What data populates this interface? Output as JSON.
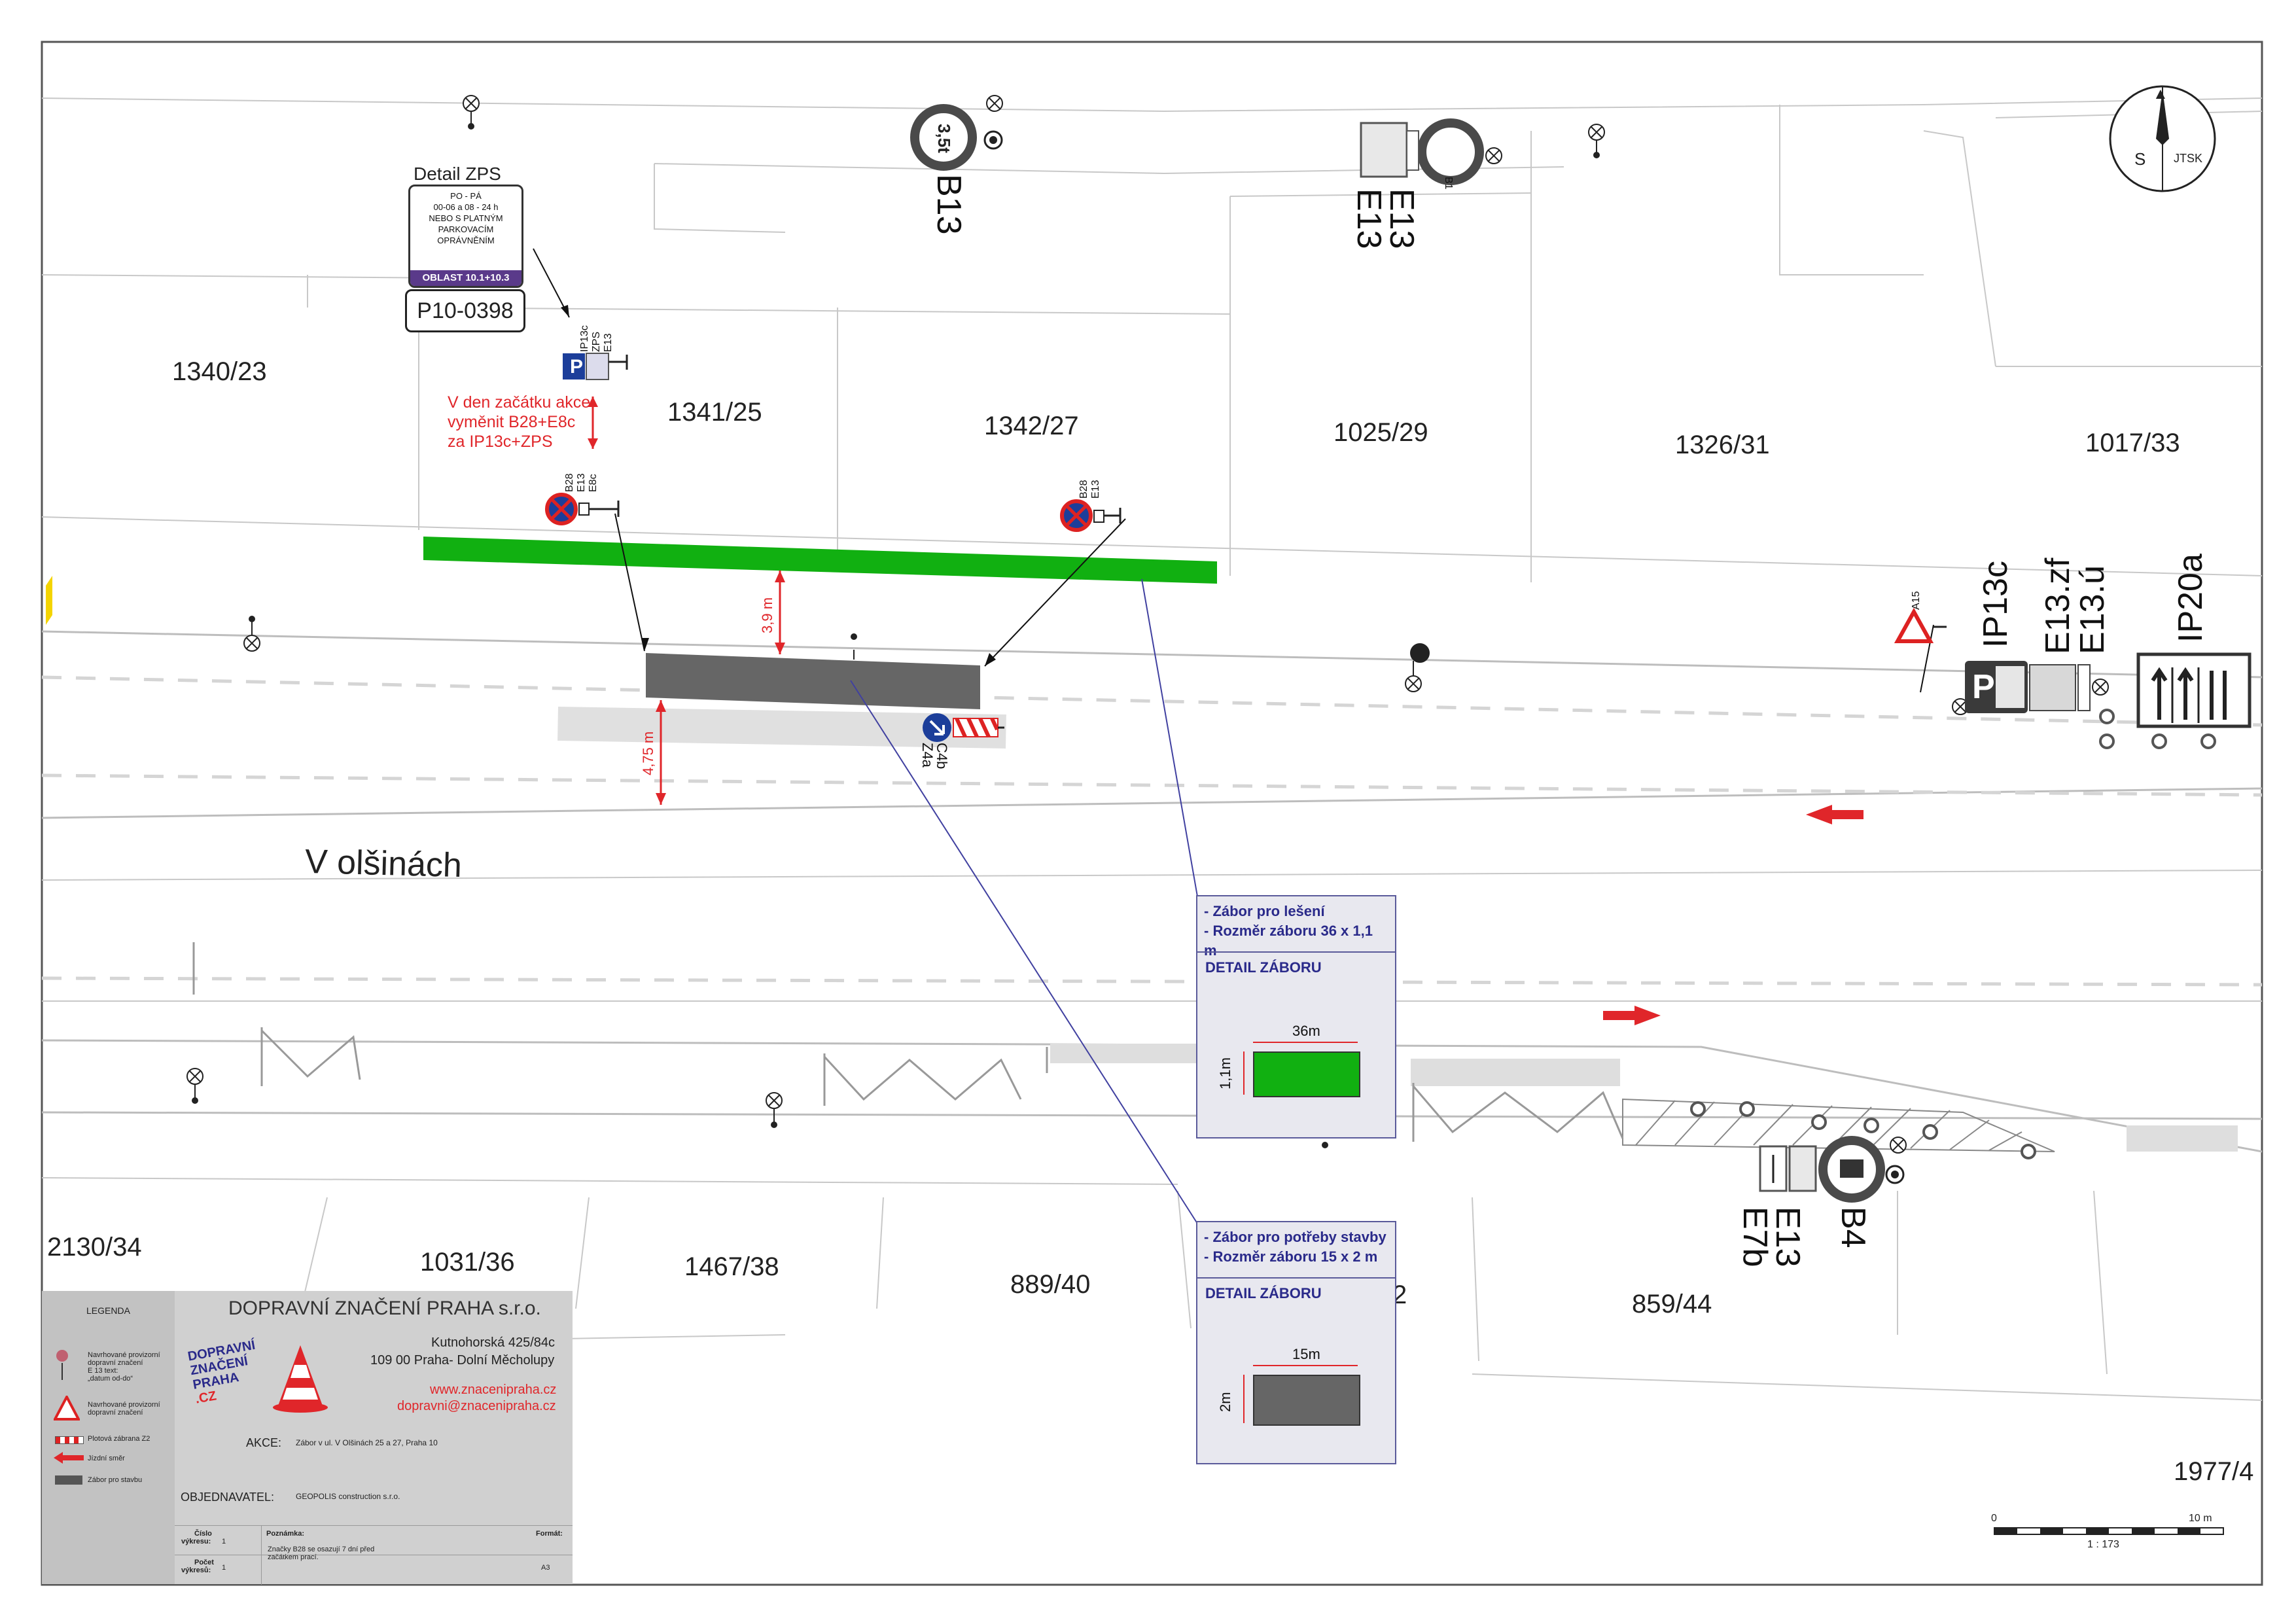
{
  "street_name": "V olšinách",
  "compass": {
    "label_left": "S",
    "label_right": "JTSK"
  },
  "parcels": [
    {
      "id": "p1",
      "label": "1340/23"
    },
    {
      "id": "p2",
      "label": "1341/25"
    },
    {
      "id": "p3",
      "label": "1342/27"
    },
    {
      "id": "p4",
      "label": "1025/29"
    },
    {
      "id": "p5",
      "label": "1326/31"
    },
    {
      "id": "p6",
      "label": "1017/33"
    },
    {
      "id": "p7",
      "label": "2130/34"
    },
    {
      "id": "p8",
      "label": "1031/36"
    },
    {
      "id": "p9",
      "label": "1467/38"
    },
    {
      "id": "p10",
      "label": "889/40"
    },
    {
      "id": "p11",
      "label": "2"
    },
    {
      "id": "p12",
      "label": "859/44"
    },
    {
      "id": "p13",
      "label": "1977/4"
    }
  ],
  "signs": {
    "b13": "B13",
    "b13_plate": "3,5t",
    "b1": "B1",
    "e13_top_1": "E13",
    "e13_top_2": "E13",
    "ip13c": "IP13c",
    "e13zf": "E13.zf",
    "e13u": "E13.ú",
    "ip20a": "IP20a",
    "a15": "A15",
    "b4": "B4",
    "e13_bottom": "E13",
    "e7b": "E7b",
    "c4b": "C4b",
    "z4a": "Z4a",
    "ip13c_small": "IP13c",
    "zps_small": "ZPS",
    "e13_small": "E13",
    "b28_small": "B28",
    "e13_small2": "E13",
    "e8c_small": "E8c",
    "b28_right": "B28",
    "e13_right": "E13"
  },
  "zps_detail": {
    "title": "Detail ZPS",
    "lines": [
      "PO - PÁ",
      "00-06 a 08 - 24 h",
      "NEBO S PLATNÝM",
      "PARKOVACÍM",
      "OPRÁVNĚNÍM"
    ],
    "band": "OBLAST 10.1+10.3",
    "code": "P10-0398"
  },
  "red_note": [
    "V den začátku akce",
    "vyměnit B28+E8c",
    "za IP13c+ZPS"
  ],
  "dimensions": {
    "d1": "3,9 m",
    "d2": "4,75 m"
  },
  "detail_scaffold": {
    "line1": "- Zábor pro lešení",
    "line2": "- Rozměr záboru 36 x 1,1 m",
    "header": "DETAIL ZÁBORU",
    "width_label": "36m",
    "height_label": "1,1m"
  },
  "detail_construction": {
    "line1": "- Zábor pro potřeby stavby",
    "line2": "- Rozměr záboru 15 x 2 m",
    "header": "DETAIL ZÁBORU",
    "width_label": "15m",
    "height_label": "2m"
  },
  "scale_bar": {
    "zero": "0",
    "ten": "10 m",
    "ratio": "1 : 173"
  },
  "legend": {
    "title": "LEGENDA",
    "item1": [
      "Navrhované provizorní",
      "dopravní značení",
      "E 13 text:",
      "„datum od-do“"
    ],
    "item2": [
      "Navrhované provizorní",
      "dopravní značení"
    ],
    "item3": "Plotová zábrana Z2",
    "item4": "Jízdní směr",
    "item5": "Zábor pro stavbu"
  },
  "company": {
    "name": "DOPRAVNÍ ZNAČENÍ PRAHA s.r.o.",
    "address1": "Kutnohorská 425/84c",
    "address2": "109 00 Praha- Dolní Měcholupy",
    "web": "www.znacenipraha.cz",
    "email": "dopravni@znacenipraha.cz",
    "logo": [
      "DOPRAVNÍ",
      "ZNAČENÍ",
      "PRAHA",
      ".CZ"
    ]
  },
  "info": {
    "akce_label": "AKCE:",
    "akce_value": "Zábor v ul. V Olšinách 25 a 27, Praha 10",
    "objednavatel_label": "OBJEDNAVATEL:",
    "objednavatel_value": "GEOPOLIS construction s.r.o.",
    "cislo_label": [
      "Číslo",
      "výkresu:"
    ],
    "cislo_value": "1",
    "pocet_label": [
      "Počet",
      "výkresů:"
    ],
    "pocet_value": "1",
    "poznamka_label": "Poznámka:",
    "poznamka_value": [
      "Značky B28 se osazují 7 dní před",
      "začátkem prací."
    ],
    "format_label": "Formát:",
    "format_value": "A3"
  },
  "colors": {
    "scaffold_green": "#11b011",
    "construction_gray": "#666666",
    "annotation_red": "#e0262a",
    "panel_blue": "#2a2a8a"
  }
}
